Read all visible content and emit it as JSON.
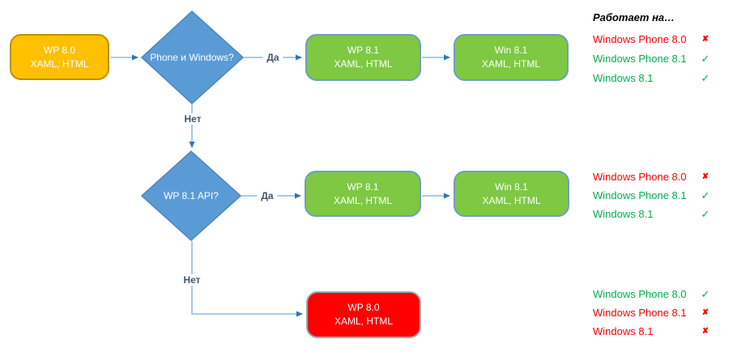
{
  "flowchart": {
    "nodes": {
      "start": {
        "line1": "WP 8.0",
        "line2": "XAML, HTML"
      },
      "decision1": {
        "line1": "Phone и",
        "line2": "Windows?"
      },
      "wp81_top": {
        "line1": "WP 8.1",
        "line2": "XAML, HTML"
      },
      "win81_top": {
        "line1": "Win 8.1",
        "line2": "XAML, HTML"
      },
      "decision2": {
        "line1": "WP 8.1",
        "line2": "API?"
      },
      "wp81_mid": {
        "line1": "WP 8.1",
        "line2": "XAML, HTML"
      },
      "win81_mid": {
        "line1": "Win 8.1",
        "line2": "XAML, HTML"
      },
      "fallback": {
        "line1": "WP 8.0",
        "line2": "XAML, HTML"
      }
    },
    "edge_labels": {
      "yes1": "Да",
      "no1": "Нет",
      "yes2": "Да",
      "no2": "Нет"
    }
  },
  "legend": {
    "header": "Работает на…",
    "groups": [
      {
        "items": [
          {
            "label": "Windows Phone 8.0",
            "state": "fail",
            "mark": "✘"
          },
          {
            "label": "Windows Phone 8.1",
            "state": "pass",
            "mark": "✓"
          },
          {
            "label": "Windows 8.1",
            "state": "pass",
            "mark": "✓"
          }
        ]
      },
      {
        "items": [
          {
            "label": "Windows Phone 8.0",
            "state": "fail",
            "mark": "✘"
          },
          {
            "label": "Windows Phone 8.1",
            "state": "pass",
            "mark": "✓"
          },
          {
            "label": "Windows 8.1",
            "state": "pass",
            "mark": "✓"
          }
        ]
      },
      {
        "items": [
          {
            "label": "Windows Phone 8.0",
            "state": "pass",
            "mark": "✓"
          },
          {
            "label": "Windows Phone 8.1",
            "state": "fail",
            "mark": "✘"
          },
          {
            "label": "Windows 8.1",
            "state": "fail",
            "mark": "✘"
          }
        ]
      }
    ]
  },
  "colors": {
    "start_fill": "#FFC000",
    "decision_fill": "#5B9BD5",
    "process_fill": "#7EC843",
    "fallback_fill": "#FE0000",
    "pass_text": "#00B050",
    "fail_text": "#FF0000",
    "connector": "#8FB9E2",
    "arrowhead": "#2E75B6",
    "edge_label_text": "#44546A"
  }
}
